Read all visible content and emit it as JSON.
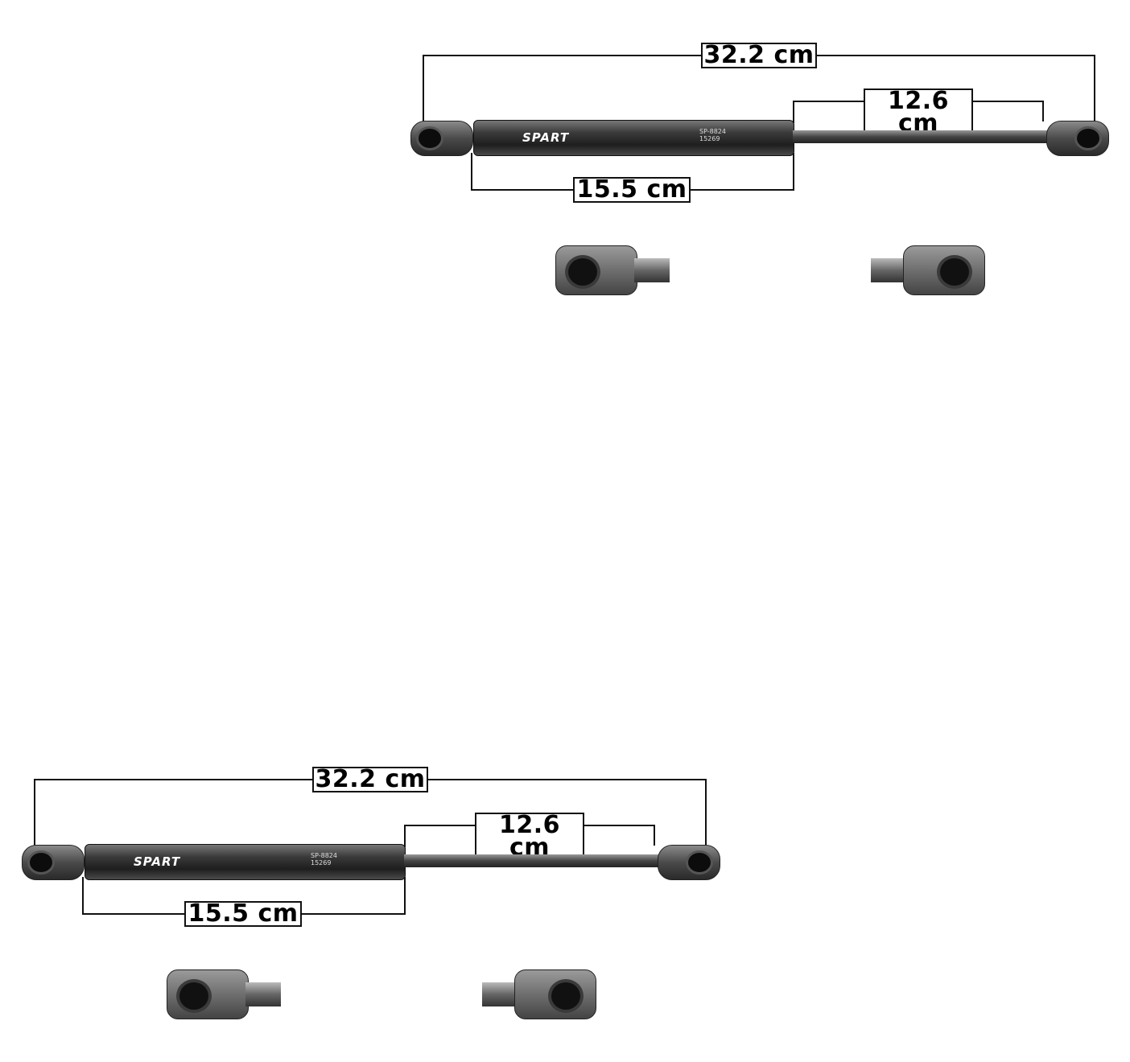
{
  "diagrams": [
    {
      "overall_length": "32.2 cm",
      "stroke_length": "12.6 cm",
      "body_length": "15.5 cm",
      "brand": "SPART",
      "part_number": "SP-8824",
      "code": "15269"
    },
    {
      "overall_length": "32.2 cm",
      "stroke_length": "12.6 cm",
      "body_length": "15.5 cm",
      "brand": "SPART",
      "part_number": "SP-8824",
      "code": "15269"
    }
  ]
}
